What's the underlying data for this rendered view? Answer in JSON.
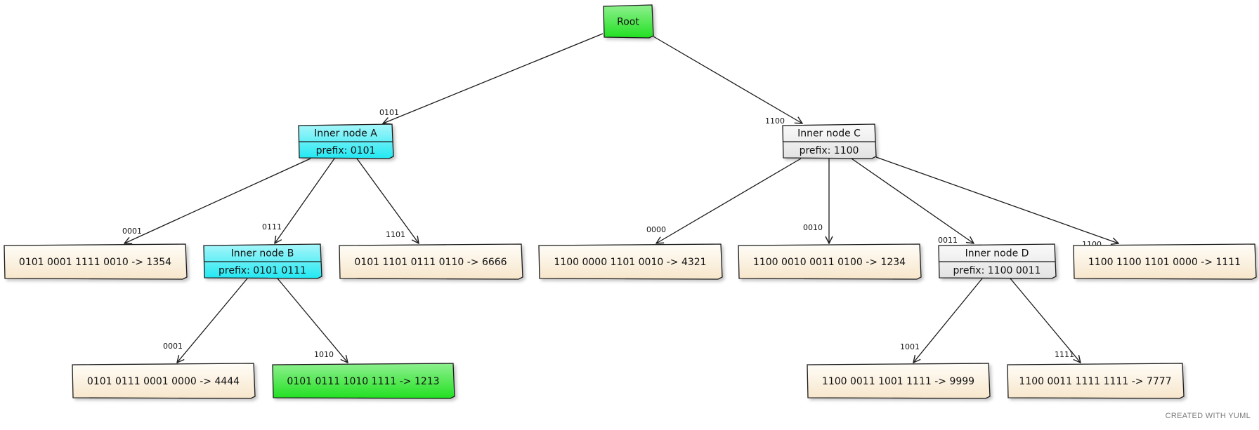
{
  "diagram": {
    "nodes": [
      {
        "id": "root",
        "lines": [
          "Root"
        ],
        "fill": "green"
      },
      {
        "id": "A",
        "lines": [
          "Inner node A",
          "prefix: 0101"
        ],
        "fill": "cyan"
      },
      {
        "id": "C",
        "lines": [
          "Inner node C",
          "prefix: 1100"
        ],
        "fill": "gray"
      },
      {
        "id": "L1",
        "lines": [
          "0101 0001 1111 0010 -> 1354"
        ],
        "fill": "cream"
      },
      {
        "id": "B",
        "lines": [
          "Inner node B",
          "prefix: 0101 0111"
        ],
        "fill": "cyan"
      },
      {
        "id": "L2",
        "lines": [
          "0101 1101 0111 0110 -> 6666"
        ],
        "fill": "cream"
      },
      {
        "id": "L3",
        "lines": [
          "1100 0000 1101 0010 -> 4321"
        ],
        "fill": "cream"
      },
      {
        "id": "L4",
        "lines": [
          "1100 0010 0011 0100 -> 1234"
        ],
        "fill": "cream"
      },
      {
        "id": "D",
        "lines": [
          "Inner node D",
          "prefix: 1100 0011"
        ],
        "fill": "gray"
      },
      {
        "id": "L5",
        "lines": [
          "1100 1100 1101 0000 -> 1111"
        ],
        "fill": "cream"
      },
      {
        "id": "L6",
        "lines": [
          "0101 0111 0001 0000 -> 4444"
        ],
        "fill": "cream"
      },
      {
        "id": "L7",
        "lines": [
          "0101 0111 1010 1111 -> 1213"
        ],
        "fill": "green"
      },
      {
        "id": "L8",
        "lines": [
          "1100 0011 1001 1111 -> 9999"
        ],
        "fill": "cream"
      },
      {
        "id": "L9",
        "lines": [
          "1100 0011 1111 1111 -> 7777"
        ],
        "fill": "cream"
      }
    ],
    "edges": [
      {
        "from": "root",
        "to": "A",
        "label": "0101"
      },
      {
        "from": "root",
        "to": "C",
        "label": "1100"
      },
      {
        "from": "A",
        "to": "L1",
        "label": "0001"
      },
      {
        "from": "A",
        "to": "B",
        "label": "0111"
      },
      {
        "from": "A",
        "to": "L2",
        "label": "1101"
      },
      {
        "from": "C",
        "to": "L3",
        "label": "0000"
      },
      {
        "from": "C",
        "to": "L4",
        "label": "0010"
      },
      {
        "from": "C",
        "to": "D",
        "label": "0011"
      },
      {
        "from": "C",
        "to": "L5",
        "label": "1100"
      },
      {
        "from": "B",
        "to": "L6",
        "label": "0001"
      },
      {
        "from": "B",
        "to": "L7",
        "label": "1010"
      },
      {
        "from": "D",
        "to": "L8",
        "label": "1001"
      },
      {
        "from": "D",
        "to": "L9",
        "label": "1111"
      }
    ]
  },
  "colors": {
    "green": "#33e633",
    "cyan": "#33ecf4",
    "gray": "#ececec",
    "cream": "#faecd6",
    "stroke": "#1a1a1a"
  },
  "footer": {
    "credit": "CREATED WITH YUML"
  }
}
